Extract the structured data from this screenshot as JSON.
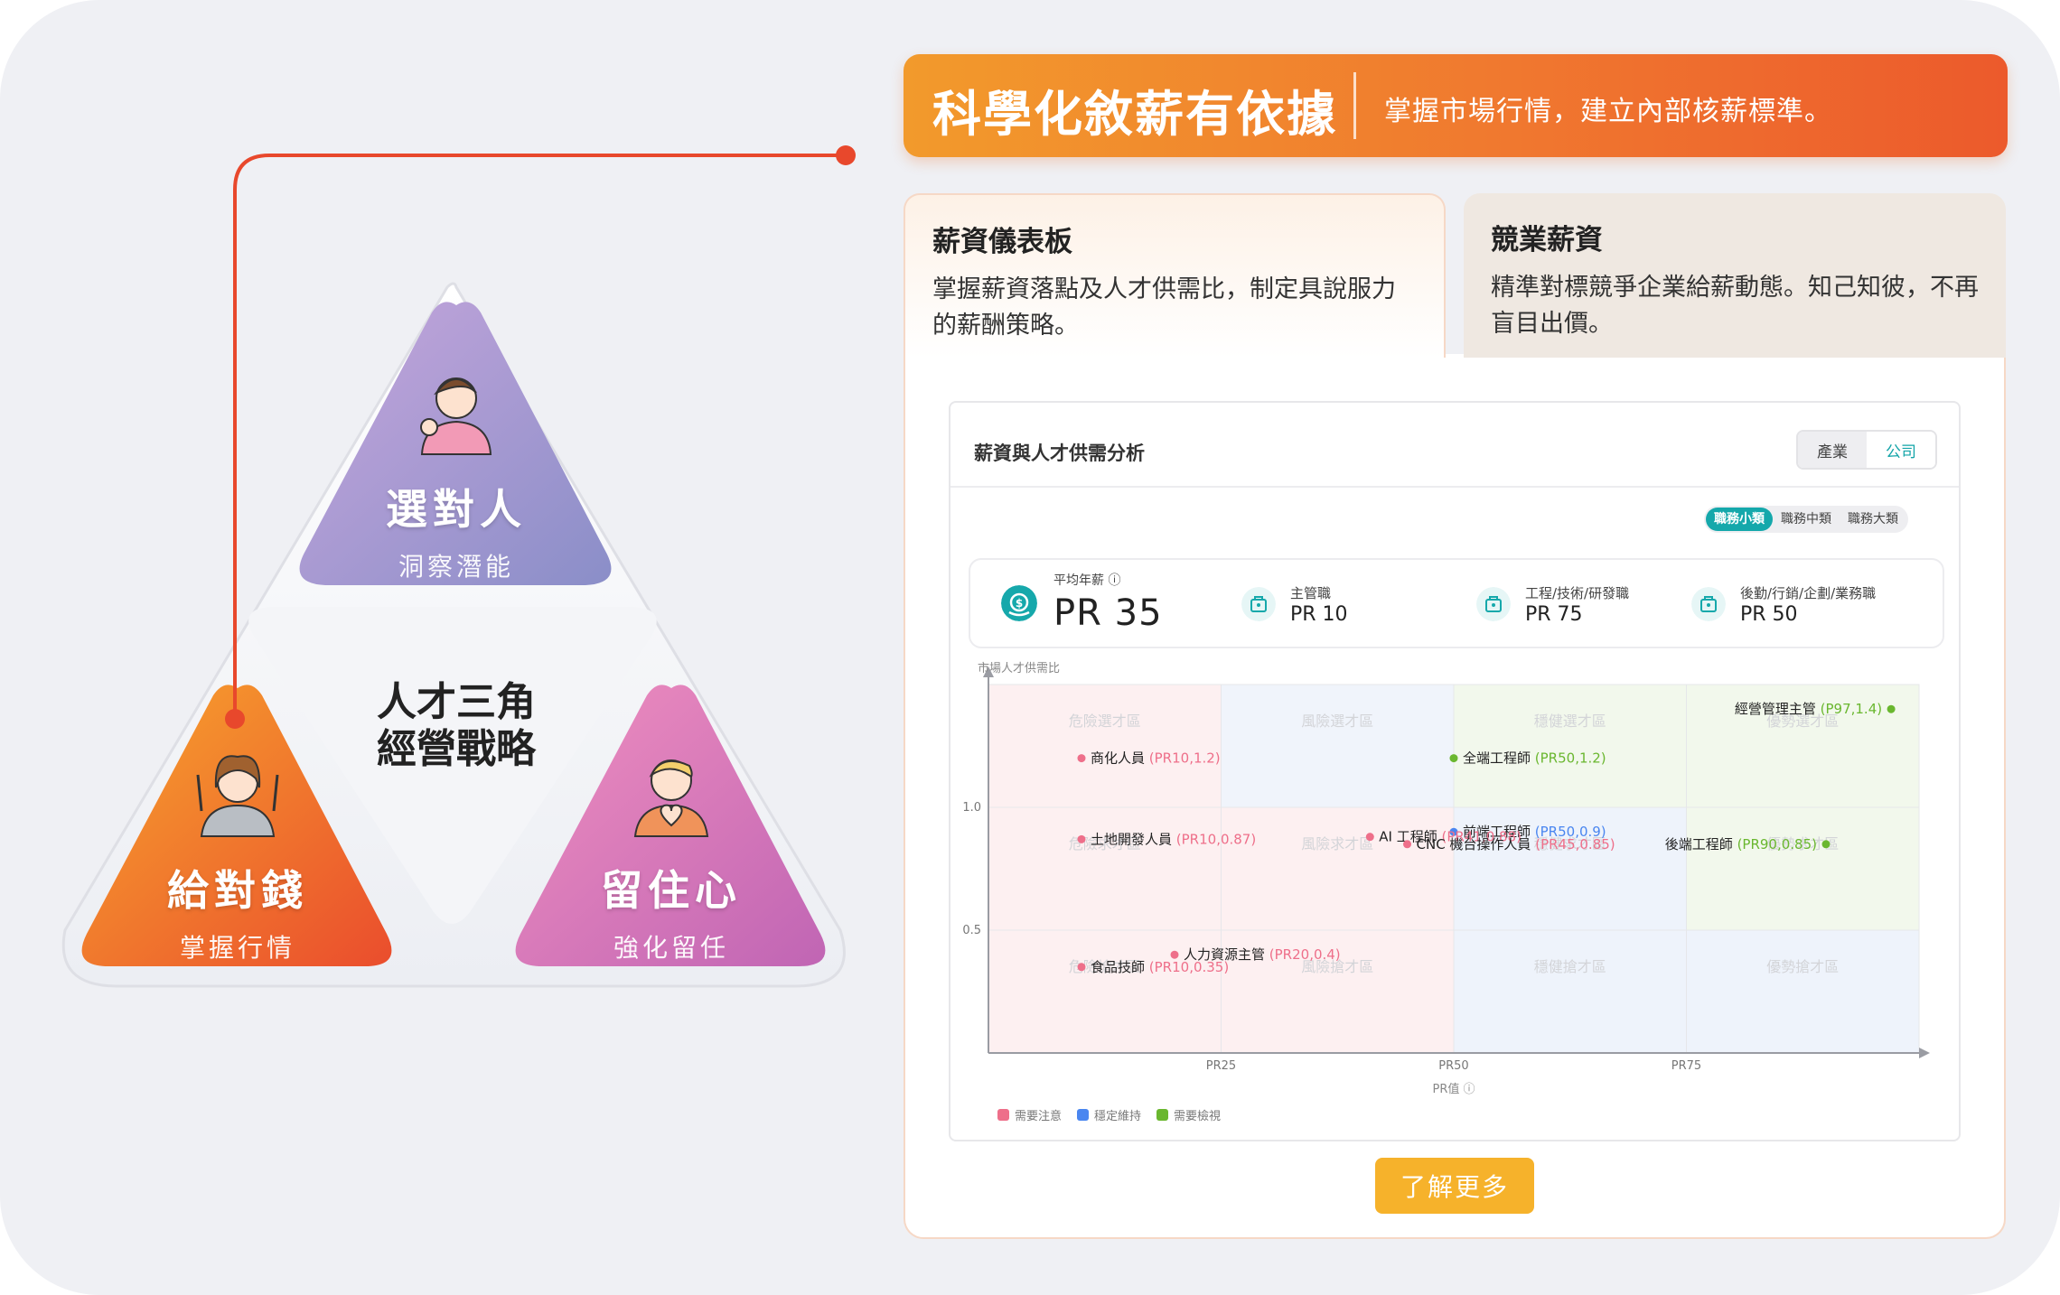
{
  "diagram": {
    "center_title_line1": "人才三角",
    "center_title_line2": "經營戰略",
    "top": {
      "title": "選對人",
      "subtitle": "洞察潛能"
    },
    "left": {
      "title": "給對錢",
      "subtitle": "掌握行情"
    },
    "right": {
      "title": "留住心",
      "subtitle": "強化留任"
    }
  },
  "banner": {
    "title": "科學化敘薪有依據",
    "subtitle": "掌握市場行情，建立內部核薪標準。"
  },
  "tabs": [
    {
      "title": "薪資儀表板",
      "desc": "掌握薪資落點及人才供需比，制定具說服力的薪酬策略。"
    },
    {
      "title": "競業薪資",
      "desc": "精準對標競爭企業給薪動態。知己知彼，不再盲目出價。"
    }
  ],
  "dashboard": {
    "title": "薪資與人才供需分析",
    "scope_options": [
      "產業",
      "公司"
    ],
    "scope_selected": "公司",
    "level_options": [
      "職務小類",
      "職務中類",
      "職務大類"
    ],
    "level_selected": "職務小類",
    "stats": [
      {
        "label": "平均年薪 ⓘ",
        "value": "PR 35",
        "icon": "money-icon"
      },
      {
        "label": "主管職",
        "value": "PR 10",
        "icon": "briefcase-icon"
      },
      {
        "label": "工程/技術/研發職",
        "value": "PR 75",
        "icon": "briefcase-icon"
      },
      {
        "label": "後勤/行銷/企劃/業務職",
        "value": "PR 50",
        "icon": "briefcase-icon"
      }
    ]
  },
  "chart_data": {
    "type": "scatter",
    "ylabel": "市場人才供需比",
    "xlabel": "PR值 ⓘ",
    "x_ticks": [
      "PR25",
      "PR50",
      "PR75"
    ],
    "y_ticks": [
      "0.5",
      "1.0"
    ],
    "xlim": [
      0,
      100
    ],
    "ylim": [
      0,
      1.5
    ],
    "zones": [
      [
        "危險搶才區",
        "風險搶才區",
        "穩健搶才區",
        "優勢搶才區"
      ],
      [
        "危險求才區",
        "風險求才區",
        "穩健求才區",
        "優勢求才區"
      ],
      [
        "危險選才區",
        "風險選才區",
        "穩健選才區",
        "優勢選才區"
      ]
    ],
    "status_colors": {
      "需要注意": "#ee6f8a",
      "穩定維持": "#4a86f0",
      "需要檢視": "#6ab72f"
    },
    "legend": [
      "需要注意",
      "穩定維持",
      "需要檢視"
    ],
    "points": [
      {
        "name": "經營管理主管",
        "tag": "(P97,1.4)",
        "x": 97,
        "y": 1.4,
        "status": "需要檢視",
        "label_side": "left"
      },
      {
        "name": "商化人員",
        "tag": "(PR10,1.2)",
        "x": 10,
        "y": 1.2,
        "status": "需要注意",
        "label_side": "right"
      },
      {
        "name": "全端工程師",
        "tag": "(PR50,1.2)",
        "x": 50,
        "y": 1.2,
        "status": "需要檢視",
        "label_side": "right"
      },
      {
        "name": "前端工程師",
        "tag": "(PR50,0.9)",
        "x": 50,
        "y": 0.9,
        "status": "穩定維持",
        "label_side": "right"
      },
      {
        "name": "土地開發人員",
        "tag": "(PR10,0.87)",
        "x": 10,
        "y": 0.87,
        "status": "需要注意",
        "label_side": "right"
      },
      {
        "name": "AI 工程師",
        "tag": "(PR41,0.88)",
        "x": 41,
        "y": 0.88,
        "status": "需要注意",
        "label_side": "right"
      },
      {
        "name": "CNC 機台操作人員",
        "tag": "(PR45,0.85)",
        "x": 45,
        "y": 0.85,
        "status": "需要注意",
        "label_side": "right"
      },
      {
        "name": "後端工程師",
        "tag": "(PR90,0.85)",
        "x": 90,
        "y": 0.85,
        "status": "需要檢視",
        "label_side": "left"
      },
      {
        "name": "人力資源主管",
        "tag": "(PR20,0.4)",
        "x": 20,
        "y": 0.4,
        "status": "需要注意",
        "label_side": "right"
      },
      {
        "name": "食品技師",
        "tag": "(PR10,0.35)",
        "x": 10,
        "y": 0.35,
        "status": "需要注意",
        "label_side": "right"
      }
    ]
  },
  "cta": {
    "label": "了解更多"
  }
}
